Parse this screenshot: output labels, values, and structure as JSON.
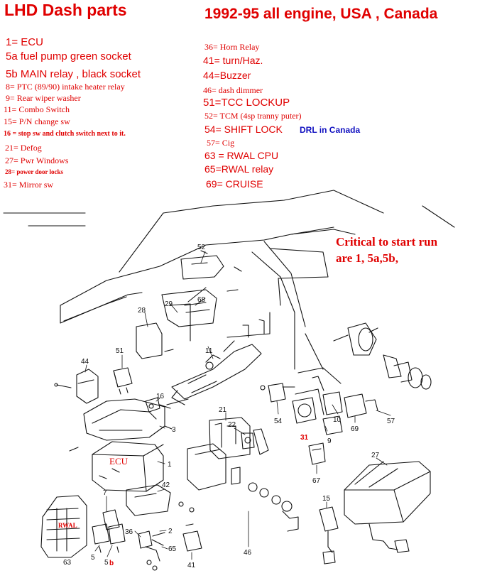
{
  "header": {
    "left_title": "LHD Dash parts",
    "right_title": "1992-95 all engine, USA , Canada"
  },
  "legend_left": [
    "1= ECU",
    "5a  fuel pump green socket",
    "5b MAIN relay , black socket",
    "8= PTC (89/90) intake heater relay",
    "9= Rear wiper washer",
    "11= Combo Switch",
    "15= P/N change sw",
    "16 = stop sw and clutch switch next to it.",
    "21= Defog",
    "27= Pwr Windows",
    "28= power door locks",
    "31= Mirror sw"
  ],
  "legend_right": [
    "36= Horn Relay",
    "41= turn/Haz.",
    "44=Buzzer",
    "46= dash dimmer",
    "51=TCC LOCKUP",
    "52= TCM (4sp tranny puter)",
    "54= SHIFT LOCK",
    "DRL in Canada",
    "57= Cig",
    "63 = RWAL CPU",
    "65=RWAL relay",
    "69= CRUISE"
  ],
  "note": [
    "Critical to start run",
    "are 1, 5a,5b,"
  ],
  "overlay": {
    "ecu": "ECU",
    "rwal": "RWAL",
    "b_suffix": "b",
    "label_31": "31"
  },
  "callouts": [
    "52",
    "68",
    "29",
    "28",
    "11",
    "51",
    "44",
    "16",
    "3",
    "1",
    "21",
    "22",
    "54",
    "31",
    "10",
    "9",
    "69",
    "57",
    "27",
    "67",
    "7",
    "42",
    "2",
    "36",
    "65",
    "5",
    "63",
    "41",
    "46",
    "15"
  ],
  "colors": {
    "annotation": "#e00000",
    "drl": "#1010c0",
    "line": "#111111"
  }
}
